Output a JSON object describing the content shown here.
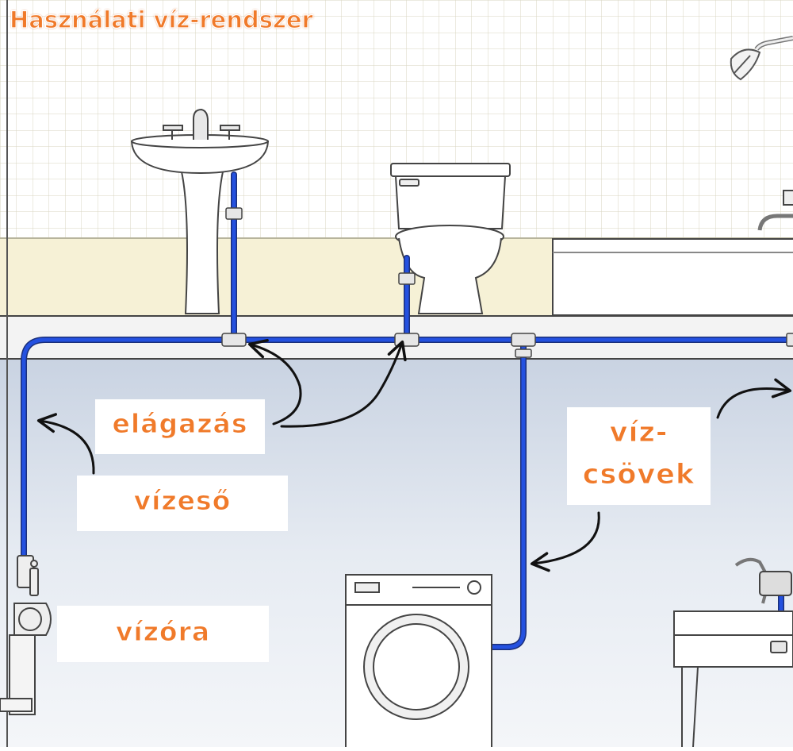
{
  "title": "Használati víz-rendszer",
  "labels": {
    "branch": "elágazás",
    "water_pipe": "vízeső",
    "water_pipes_line1": "víz-",
    "water_pipes_line2": "csövek",
    "water_meter": "vízóra"
  },
  "colors": {
    "title_accent": "#f07a2a",
    "pipe": "#1e44c8",
    "wall_upper": "#f6f1d6",
    "wall_lower": "#dfe6ef",
    "grid": "#d9d9c4"
  },
  "icons": [
    "sink-icon",
    "toilet-icon",
    "bathtub-icon",
    "shower-head-icon",
    "washing-machine-icon",
    "utility-sink-icon",
    "water-meter-icon"
  ]
}
